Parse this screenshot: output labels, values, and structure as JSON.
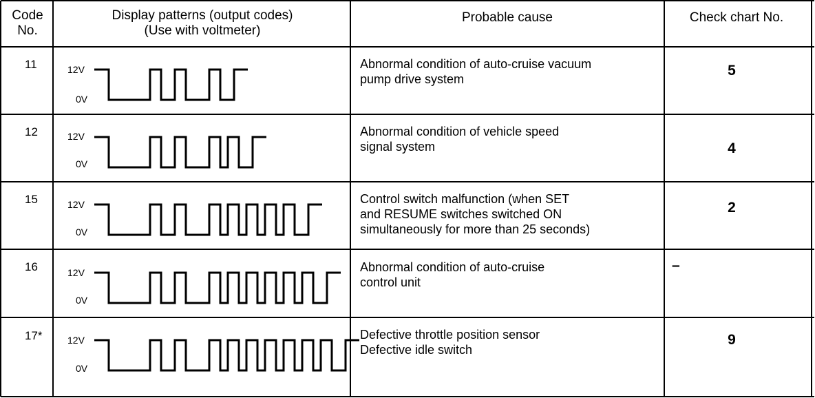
{
  "table": {
    "headers": {
      "code": "Code\nNo.",
      "display": "Display patterns (output codes)\n(Use with voltmeter)",
      "cause": "Probable cause",
      "chart": "Check chart No."
    },
    "voltage_high": "12V",
    "voltage_low": "0V",
    "rows": [
      {
        "code": "11",
        "pulse_pattern": [
          2,
          1
        ],
        "cause": "Abnormal condition of auto-cruise vacuum\npump drive system",
        "chart": "5"
      },
      {
        "code": "12",
        "pulse_pattern": [
          2,
          2
        ],
        "cause": "Abnormal condition of vehicle speed\nsignal system",
        "chart": "4"
      },
      {
        "code": "15",
        "pulse_pattern": [
          2,
          5
        ],
        "cause": "Control switch malfunction (when SET\nand RESUME switches switched ON\nsimultaneously for more than 25 seconds)",
        "chart": "2"
      },
      {
        "code": "16",
        "pulse_pattern": [
          2,
          6
        ],
        "cause": "Abnormal condition of auto-cruise\ncontrol unit",
        "chart": "–"
      },
      {
        "code": "17*",
        "pulse_pattern": [
          2,
          7
        ],
        "cause": "Defective throttle position sensor\nDefective idle switch",
        "chart": "9"
      }
    ]
  }
}
